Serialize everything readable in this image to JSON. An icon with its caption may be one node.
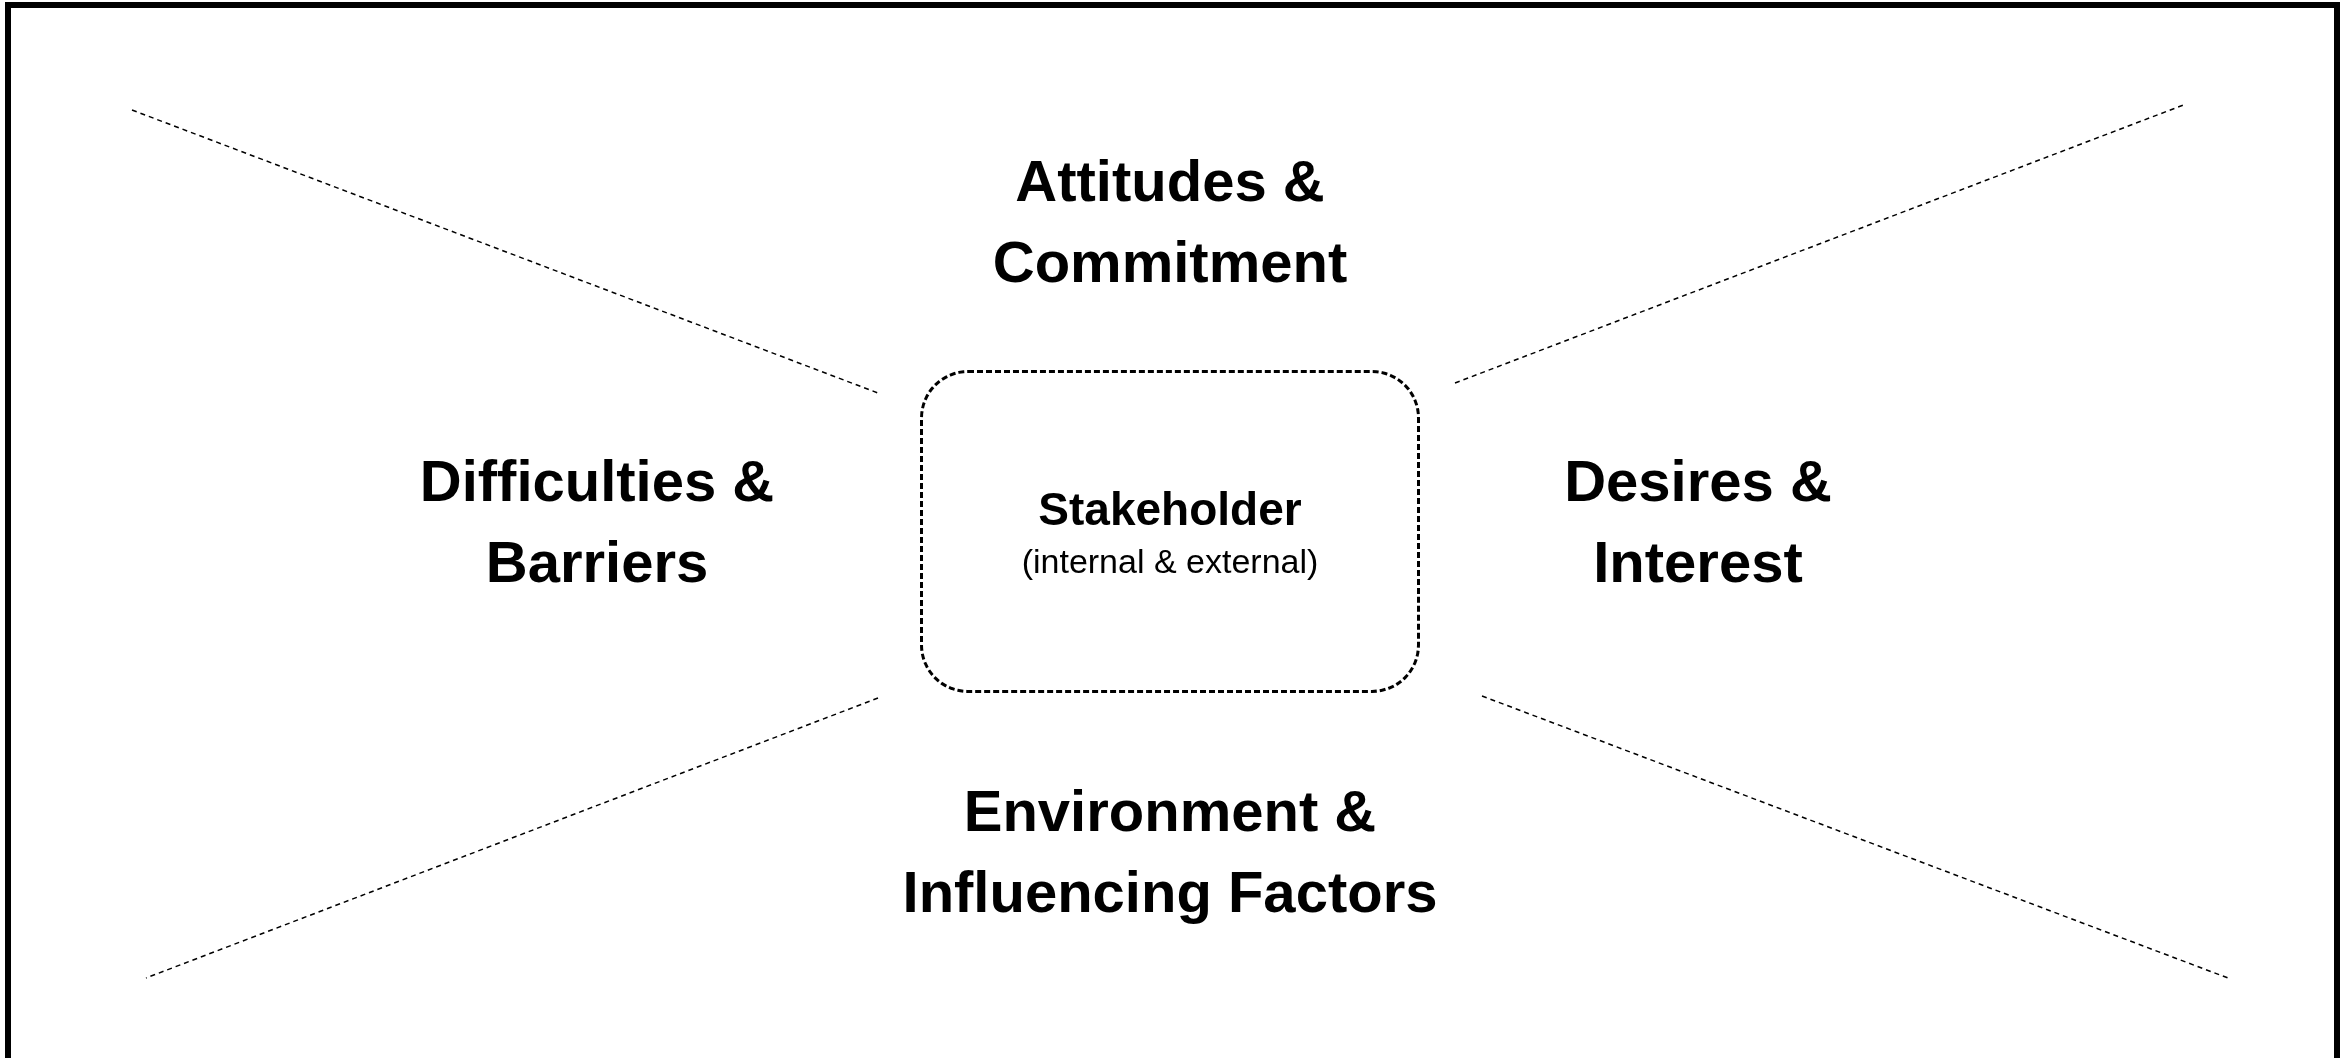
{
  "diagram": {
    "nodes": [
      {
        "text": [
          "Stakeholder",
          "(internal & external)"
        ]
      }
    ],
    "labels": [
      "Attitudes & Commitment",
      "Difficulties & Barriers",
      "Desires & Interest",
      "Environment & Influencing Factors"
    ]
  }
}
